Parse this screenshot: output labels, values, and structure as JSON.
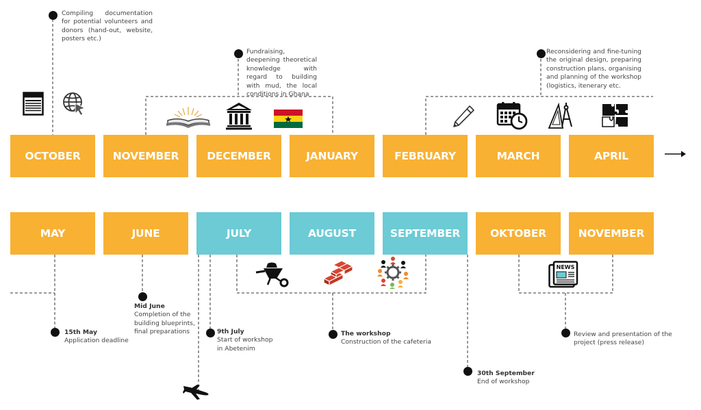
{
  "months_row1": [
    "OCTOBER",
    "NOVEMBER",
    "DECEMBER",
    "JANUARY",
    "FEBRUARY",
    "MARCH",
    "APRIL"
  ],
  "months_row2": [
    "MAY",
    "JUNE",
    "JULY",
    "AUGUST",
    "SEPTEMBER",
    "OKTOBER",
    "NOVEMBER"
  ],
  "colors": {
    "orange": "#f8b133",
    "teal": "#6ccbd5",
    "ink": "#111111",
    "ghana_red": "#ce1126",
    "ghana_gold": "#fcd116",
    "ghana_green": "#006b3f"
  },
  "notes": {
    "october": "Compiling documentation for potential volunteers and donors (hand-out, website, posters etc.)",
    "nov_jan": "Fundraising, deepening theoretical knowledge with regard to building with mud, the local conditions in Ghana",
    "feb_apr": "Reconsidering and fine-tuning the original design, preparing construction plans, organising and planning of the workshop (logistics, itenerary etc.",
    "may": {
      "label": "15th May",
      "text": "Application deadline"
    },
    "june": {
      "label": "Mid June",
      "text": "Completion of the building blueprints, final preparations"
    },
    "july": {
      "label": "9th July",
      "text": "Start of workshop in Abetenim"
    },
    "workshop": {
      "label": "The workshop",
      "text": "Construction of the cafeteria"
    },
    "september": {
      "label": "30th September",
      "text": "End of workshop"
    },
    "november": {
      "text": "Review and presentation of the project (press release)"
    }
  },
  "icons": [
    "document-icon",
    "globe-cursor-icon",
    "open-book-icon",
    "institution-icon",
    "ghana-flag-icon",
    "pencil-icon",
    "calendar-clock-icon",
    "drafting-compass-icon",
    "puzzle-icon",
    "wheelbarrow-icon",
    "bricks-icon",
    "gear-people-icon",
    "newspaper-icon",
    "airplane-icon",
    "arrow-right-icon"
  ],
  "newspaper_label": "NEWS"
}
